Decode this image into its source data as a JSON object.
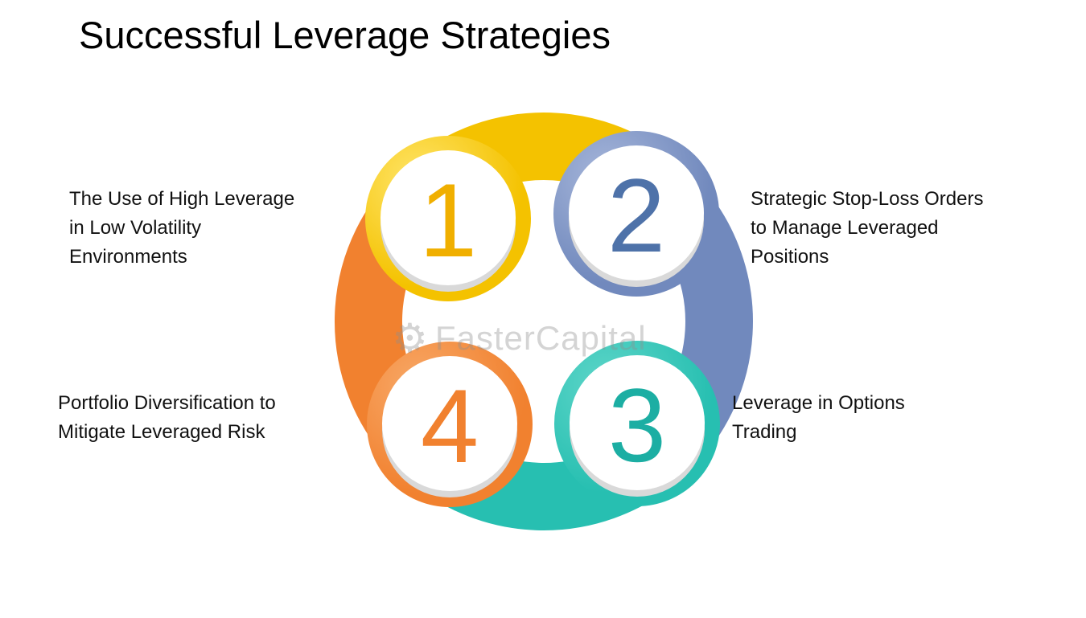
{
  "title": "Successful Leverage Strategies",
  "watermark": {
    "text": "FasterCapital",
    "icon": "gear"
  },
  "items": [
    {
      "number": "1",
      "label": "The Use of High Leverage\nin Low Volatility\nEnvironments",
      "color": "#F4C200",
      "color_light": "#FFE56A",
      "number_color": "#F0AF00"
    },
    {
      "number": "2",
      "label": "Strategic Stop-Loss Orders\nto Manage Leveraged\nPositions",
      "color": "#7189BD",
      "color_light": "#A6B6DA",
      "number_color": "#4E72A9"
    },
    {
      "number": "3",
      "label": "Leverage in Options\nTrading",
      "color": "#27BFB1",
      "color_light": "#5FD6C9",
      "number_color": "#1CAEA3"
    },
    {
      "number": "4",
      "label": "Portfolio Diversification to\nMitigate Leveraged Risk",
      "color": "#F1812F",
      "color_light": "#F8A968",
      "number_color": "#F1812F"
    }
  ]
}
